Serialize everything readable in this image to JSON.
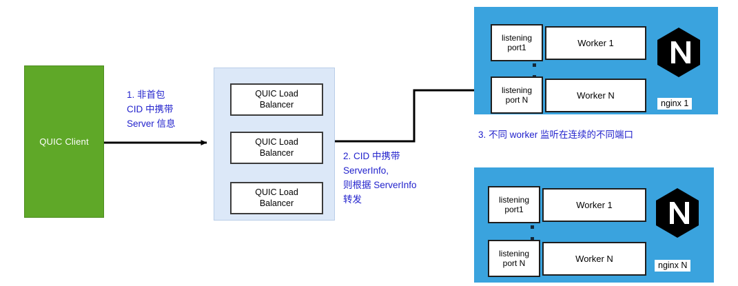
{
  "diagram": {
    "title": "QUIC load balancing to nginx workers",
    "colors": {
      "client_green": "#5FA828",
      "lb_container_blue": "#DCE8F8",
      "node_blue": "#3AA3DE",
      "annotation_blue": "#2222CC",
      "box_border": "#1d1d1d",
      "box_fill": "#ffffff"
    }
  },
  "client": {
    "label": "QUIC Client"
  },
  "load_balancer_group": {
    "boxes": [
      {
        "label": "QUIC Load\nBalancer"
      },
      {
        "label": "QUIC Load\nBalancer"
      },
      {
        "label": "QUIC Load\nBalancer"
      }
    ]
  },
  "nodes": [
    {
      "name": "nginx 1",
      "tag": "nginx 1",
      "logo_icon": "nginx-hexagon-icon",
      "ports": [
        {
          "label": "listening\nport1"
        },
        {
          "label": "listening\nport N"
        }
      ],
      "workers": [
        {
          "label": "Worker 1"
        },
        {
          "label": "Worker N"
        }
      ],
      "ellipsis": "vertical-ellipsis"
    },
    {
      "name": "nginx N",
      "tag": "nginx N",
      "logo_icon": "nginx-hexagon-icon",
      "ports": [
        {
          "label": "listening\nport1"
        },
        {
          "label": "listening\nport N"
        }
      ],
      "workers": [
        {
          "label": "Worker 1"
        },
        {
          "label": "Worker N"
        }
      ],
      "ellipsis": "vertical-ellipsis"
    }
  ],
  "annotations": [
    {
      "id": "step-1",
      "text": "1. 非首包\nCID 中携带\nServer 信息"
    },
    {
      "id": "step-2",
      "text": "2. CID 中携带\nServerInfo,\n则根据 ServerInfo\n转发"
    },
    {
      "id": "step-3",
      "text": "3. 不同 worker 监听在连续的不同端口"
    }
  ],
  "connectors": [
    {
      "id": "client-to-lb",
      "from": "client",
      "to": "load-balancer-group",
      "style": "straight-arrow"
    },
    {
      "id": "lb-to-nginx1",
      "from": "load-balancer-group",
      "to": "nginx-1-listening-port-n",
      "style": "orthogonal-arrow"
    }
  ]
}
